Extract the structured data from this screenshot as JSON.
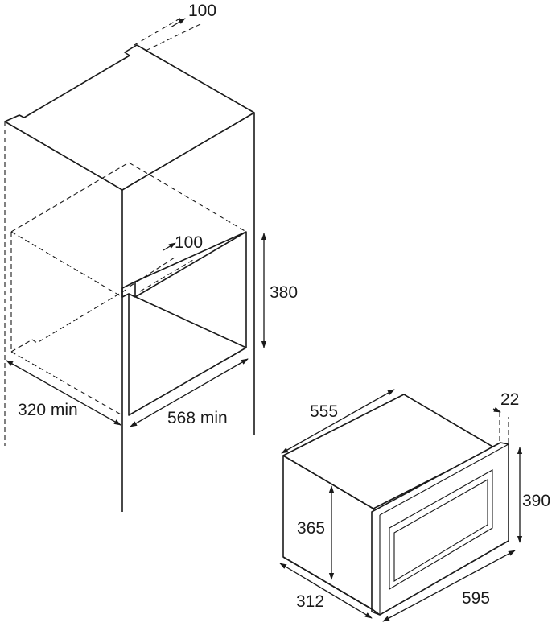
{
  "dimensions": {
    "cabinet_top_depth": "100",
    "niche_depth_offset": "100",
    "niche_height": "380",
    "cabinet_depth_min": "320 min",
    "niche_width_min": "568  min",
    "appliance_depth": "555",
    "front_panel_thickness": "22",
    "appliance_height": "390",
    "body_height": "365",
    "body_depth": "312",
    "appliance_width": "595"
  },
  "icons": {
    "arrowhead": "arrowhead-icon"
  }
}
